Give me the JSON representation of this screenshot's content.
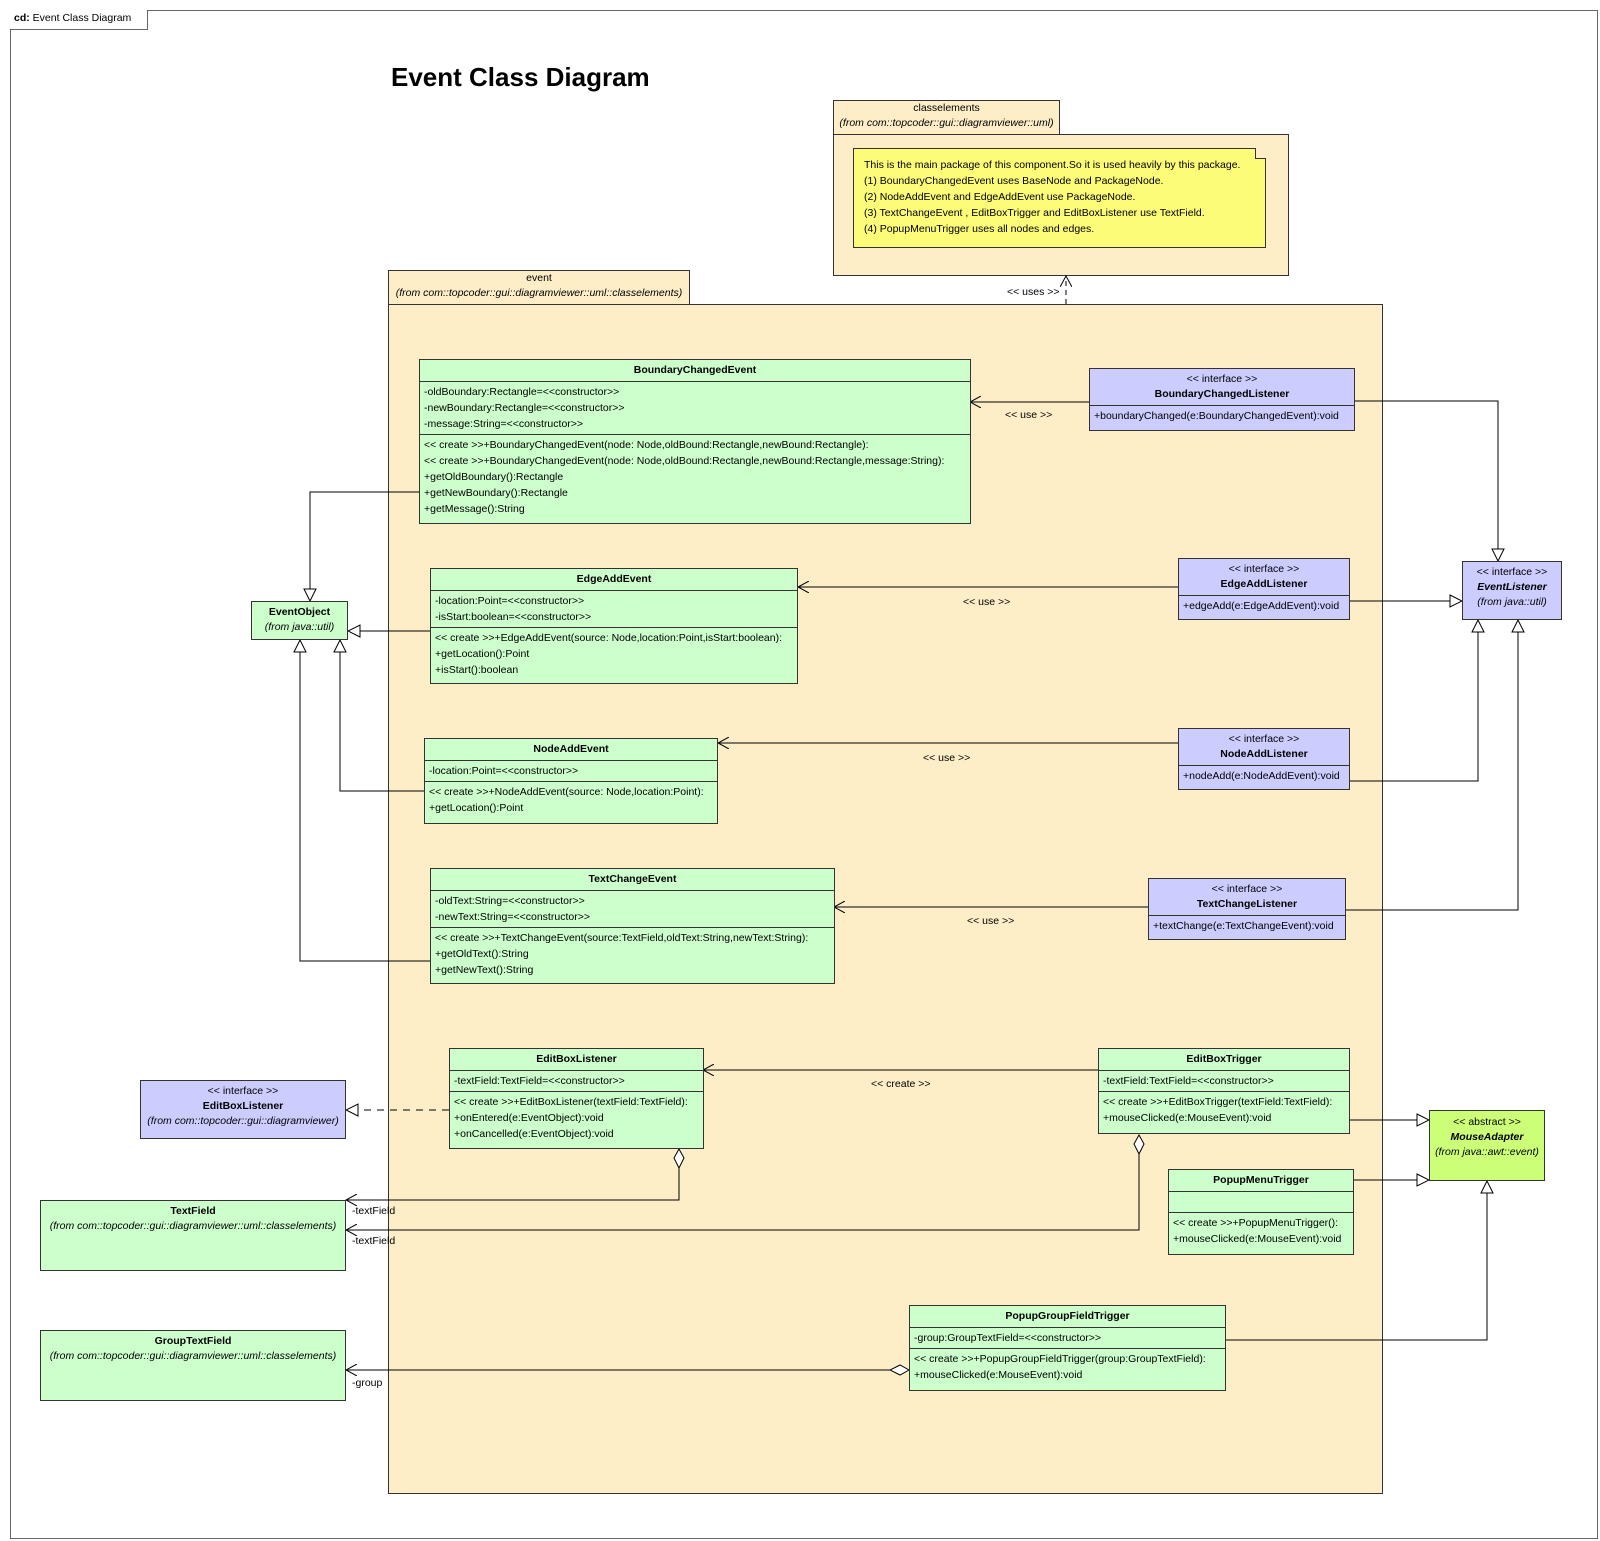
{
  "frame": {
    "kind": "cd:",
    "title": "Event Class Diagram"
  },
  "diagram_title": "Event Class Diagram",
  "packages": {
    "classelements": {
      "name": "classelements",
      "from": "(from com::topcoder::gui::diagramviewer::uml)"
    },
    "event": {
      "name": "event",
      "from": "(from com::topcoder::gui::diagramviewer::uml::classelements)"
    }
  },
  "note": {
    "lines": [
      "This is the main package of this component.So it is used heavily by this package.",
      "(1) BoundaryChangedEvent uses BaseNode and PackageNode.",
      "(2) NodeAddEvent and EdgeAddEvent use PackageNode.",
      "(3) TextChangeEvent , EditBoxTrigger and EditBoxListener use TextField.",
      "(4) PopupMenuTrigger uses all nodes and edges."
    ]
  },
  "classes": {
    "boundary_changed_event": {
      "name": "BoundaryChangedEvent",
      "attributes": [
        "-oldBoundary:Rectangle=<<constructor>>",
        "-newBoundary:Rectangle=<<constructor>>",
        "-message:String=<<constructor>>"
      ],
      "operations": [
        "<< create >>+BoundaryChangedEvent(node: Node,oldBound:Rectangle,newBound:Rectangle):",
        "<< create >>+BoundaryChangedEvent(node: Node,oldBound:Rectangle,newBound:Rectangle,message:String):",
        "+getOldBoundary():Rectangle",
        "+getNewBoundary():Rectangle",
        "+getMessage():String"
      ]
    },
    "edge_add_event": {
      "name": "EdgeAddEvent",
      "attributes": [
        "-location:Point=<<constructor>>",
        "-isStart:boolean=<<constructor>>"
      ],
      "operations": [
        "<< create >>+EdgeAddEvent(source: Node,location:Point,isStart:boolean):",
        "+getLocation():Point",
        "+isStart():boolean"
      ]
    },
    "node_add_event": {
      "name": "NodeAddEvent",
      "attributes": [
        "-location:Point=<<constructor>>"
      ],
      "operations": [
        "<< create >>+NodeAddEvent(source: Node,location:Point):",
        "+getLocation():Point"
      ]
    },
    "text_change_event": {
      "name": "TextChangeEvent",
      "attributes": [
        "-oldText:String=<<constructor>>",
        "-newText:String=<<constructor>>"
      ],
      "operations": [
        "<< create >>+TextChangeEvent(source:TextField,oldText:String,newText:String):",
        "+getOldText():String",
        "+getNewText():String"
      ]
    },
    "edit_box_listener_impl": {
      "name": "EditBoxListener",
      "attributes": [
        "-textField:TextField=<<constructor>>"
      ],
      "operations": [
        "<< create >>+EditBoxListener(textField:TextField):",
        "+onEntered(e:EventObject):void",
        "+onCancelled(e:EventObject):void"
      ]
    },
    "edit_box_trigger": {
      "name": "EditBoxTrigger",
      "attributes": [
        "-textField:TextField=<<constructor>>"
      ],
      "operations": [
        "<< create >>+EditBoxTrigger(textField:TextField):",
        "+mouseClicked(e:MouseEvent):void"
      ]
    },
    "popup_menu_trigger": {
      "name": "PopupMenuTrigger",
      "operations": [
        "<< create >>+PopupMenuTrigger():",
        "+mouseClicked(e:MouseEvent):void"
      ]
    },
    "popup_group_field_trigger": {
      "name": "PopupGroupFieldTrigger",
      "attributes": [
        "-group:GroupTextField=<<constructor>>"
      ],
      "operations": [
        "<< create >>+PopupGroupFieldTrigger(group:GroupTextField):",
        "+mouseClicked(e:MouseEvent):void"
      ]
    },
    "boundary_changed_listener": {
      "stereotype": "<< interface >>",
      "name": "BoundaryChangedListener",
      "operations": [
        "+boundaryChanged(e:BoundaryChangedEvent):void"
      ]
    },
    "edge_add_listener": {
      "stereotype": "<< interface >>",
      "name": "EdgeAddListener",
      "operations": [
        "+edgeAdd(e:EdgeAddEvent):void"
      ]
    },
    "node_add_listener": {
      "stereotype": "<< interface >>",
      "name": "NodeAddListener",
      "operations": [
        "+nodeAdd(e:NodeAddEvent):void"
      ]
    },
    "text_change_listener": {
      "stereotype": "<< interface >>",
      "name": "TextChangeListener",
      "operations": [
        "+textChange(e:TextChangeEvent):void"
      ]
    },
    "event_listener": {
      "stereotype": "<< interface >>",
      "name": "EventListener",
      "from": "(from java::util)"
    },
    "event_object": {
      "name": "EventObject",
      "from": "(from java::util)"
    },
    "edit_box_listener_iface": {
      "stereotype": "<< interface >>",
      "name": "EditBoxListener",
      "from": "(from com::topcoder::gui::diagramviewer)"
    },
    "mouse_adapter": {
      "stereotype": "<< abstract >>",
      "name": "MouseAdapter",
      "from": "(from java::awt::event)"
    },
    "text_field": {
      "name": "TextField",
      "from": "(from com::topcoder::gui::diagramviewer::uml::classelements)"
    },
    "group_text_field": {
      "name": "GroupTextField",
      "from": "(from com::topcoder::gui::diagramviewer::uml::classelements)"
    }
  },
  "connector_labels": {
    "uses": "<< uses >>",
    "use_boundary": "<< use >>",
    "use_edge": "<< use >>",
    "use_node": "<< use >>",
    "use_text": "<< use >>",
    "create": "<< create >>",
    "role_textfield_1": "-textField",
    "role_textfield_2": "-textField",
    "role_group": "-group"
  },
  "colors": {
    "package_fill": "#fdeec8",
    "class_fill": "#ccffcc",
    "interface_fill": "#ccccff",
    "abstract_fill": "#ccff77",
    "note_fill": "#fcfc79"
  }
}
